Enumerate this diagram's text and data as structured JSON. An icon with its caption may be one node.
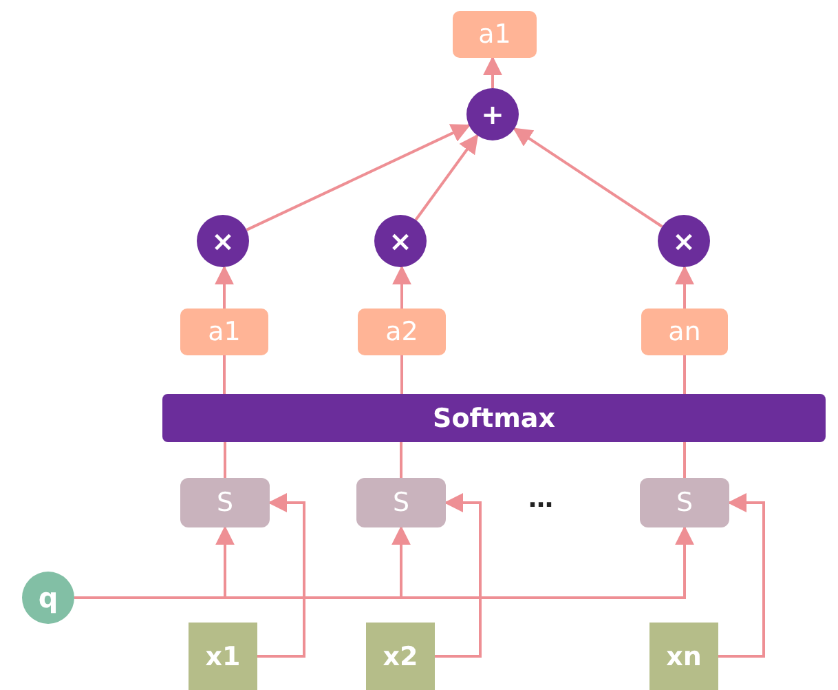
{
  "diagram": {
    "nodes": [
      {
        "text": [
          "a1"
        ]
      },
      {
        "text": [
          "+"
        ]
      },
      {
        "text": [
          "×"
        ]
      },
      {
        "text": [
          "×"
        ]
      },
      {
        "text": [
          "×"
        ]
      },
      {
        "text": [
          "a1"
        ]
      },
      {
        "text": [
          "a2"
        ]
      },
      {
        "text": [
          "an"
        ]
      },
      {
        "text": [
          "Softmax"
        ]
      },
      {
        "text": [
          "S"
        ]
      },
      {
        "text": [
          "S"
        ]
      },
      {
        "text": [
          "S"
        ]
      },
      {
        "text": [
          "q"
        ]
      },
      {
        "text": [
          "x1"
        ]
      },
      {
        "text": [
          "x2"
        ]
      },
      {
        "text": [
          "xn"
        ]
      }
    ],
    "edges": [
      {
        "from": 1,
        "to": 0,
        "arrow": "to"
      },
      {
        "from": 2,
        "to": 1,
        "arrow": "to"
      },
      {
        "from": 3,
        "to": 1,
        "arrow": "to"
      },
      {
        "from": 4,
        "to": 1,
        "arrow": "to"
      },
      {
        "from": 5,
        "to": 2,
        "arrow": "to"
      },
      {
        "from": 6,
        "to": 3,
        "arrow": "to"
      },
      {
        "from": 7,
        "to": 4,
        "arrow": "to"
      },
      {
        "from": 8,
        "to": 5,
        "arrow": "none"
      },
      {
        "from": 8,
        "to": 6,
        "arrow": "none"
      },
      {
        "from": 8,
        "to": 7,
        "arrow": "none"
      },
      {
        "from": 9,
        "to": 8,
        "arrow": "none"
      },
      {
        "from": 10,
        "to": 8,
        "arrow": "none"
      },
      {
        "from": 11,
        "to": 8,
        "arrow": "none"
      },
      {
        "from": 12,
        "to": 9,
        "arrow": "to"
      },
      {
        "from": 12,
        "to": 10,
        "arrow": "to"
      },
      {
        "from": 12,
        "to": 11,
        "arrow": "to"
      },
      {
        "from": 13,
        "to": 9,
        "arrow": "to"
      },
      {
        "from": 14,
        "to": 10,
        "arrow": "to"
      },
      {
        "from": 15,
        "to": 11,
        "arrow": "to"
      }
    ],
    "labels": [
      "…"
    ]
  }
}
